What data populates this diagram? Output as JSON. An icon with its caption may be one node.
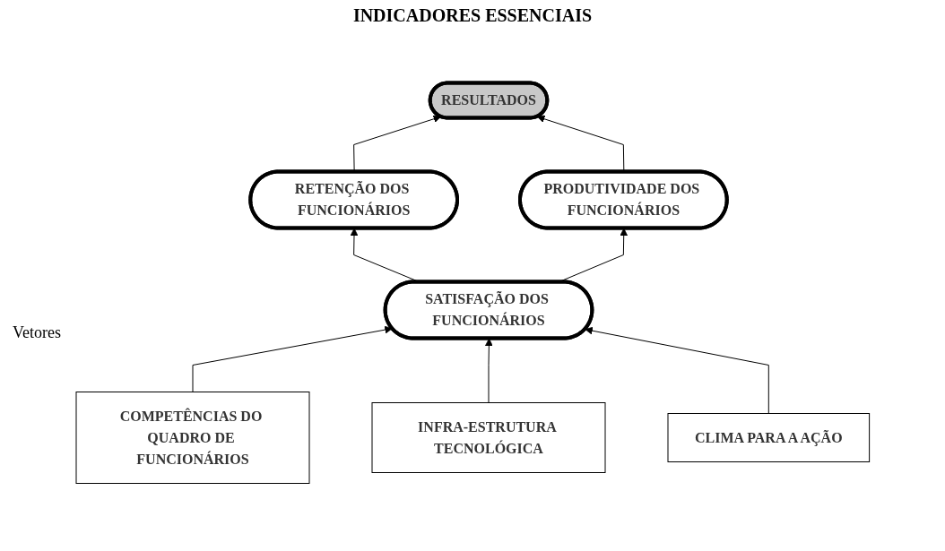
{
  "diagram": {
    "title": "INDICADORES ESSENCIAIS",
    "nodes": [
      {
        "text": [
          "RESULTADOS"
        ]
      },
      {
        "text": [
          "RETENÇÃO DOS FUNCIONÁRIOS"
        ]
      },
      {
        "text": [
          "PRODUTIVIDADE DOS FUNCIONÁRIOS"
        ]
      },
      {
        "text": [
          "SATISFAÇÃO DOS FUNCIONÁRIOS"
        ]
      },
      {
        "text": [
          "COMPETÊNCIAS DO QUADRO DE FUNCIONÁRIOS"
        ]
      },
      {
        "text": [
          "INFRA-ESTRUTURA TECNOLÓGICA"
        ]
      },
      {
        "text": [
          "CLIMA PARA A AÇÃO"
        ]
      }
    ],
    "edges": [
      {
        "from": 1,
        "to": 0,
        "arrow": "to"
      },
      {
        "from": 2,
        "to": 0,
        "arrow": "to"
      },
      {
        "from": 3,
        "to": 1,
        "arrow": "to"
      },
      {
        "from": 3,
        "to": 2,
        "arrow": "to"
      },
      {
        "from": 4,
        "to": 3,
        "arrow": "to"
      },
      {
        "from": 5,
        "to": 3,
        "arrow": "to"
      },
      {
        "from": 6,
        "to": 3,
        "arrow": "to"
      }
    ],
    "labels": [
      "Vetores"
    ]
  }
}
